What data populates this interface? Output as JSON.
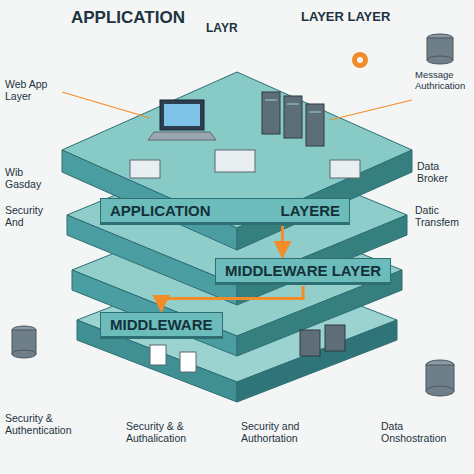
{
  "diagram": {
    "nodes": [
      {
        "text": [
          "APPLICATION",
          "LAYERE"
        ]
      },
      {
        "text": [
          "MIDDLEWARE LAYER"
        ]
      },
      {
        "text": [
          "MIDDLEWARE"
        ]
      }
    ],
    "edges": [
      {
        "from": 0,
        "to": 1,
        "arrow": "to"
      },
      {
        "from": 1,
        "to": 2,
        "arrow": "to"
      }
    ],
    "labels": [
      "APPLICATION",
      "LAYR",
      "LAYER LAYER",
      "Web App Layer",
      "Wib Gasday",
      "Security And",
      "Message Authrication",
      "Data Broker",
      "Datic Transfem",
      "Security & Authentication",
      "Security & & Authalication",
      "Security and Authortation",
      "Data Onshostration"
    ]
  }
}
